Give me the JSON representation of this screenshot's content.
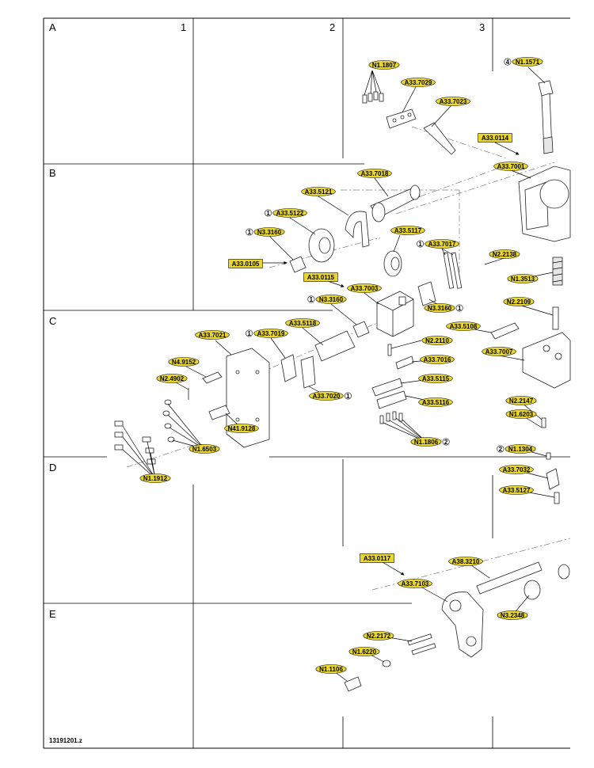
{
  "drawing_number": "13191201.z",
  "grid": {
    "rows": [
      "A",
      "B",
      "C",
      "D",
      "E"
    ],
    "cols": [
      "1",
      "2",
      "3"
    ]
  },
  "colors": {
    "label_fill": "#e9d62a",
    "line": "#000000"
  },
  "parts": [
    {
      "id": "N1.1807"
    },
    {
      "id": "A33.7029"
    },
    {
      "id": "A33.7023"
    },
    {
      "id": "N1.1571",
      "note": "4"
    },
    {
      "id": "A33.0114"
    },
    {
      "id": "A33.7001"
    },
    {
      "id": "A33.7018"
    },
    {
      "id": "A33.5121"
    },
    {
      "id": "A33.5122",
      "note": "1"
    },
    {
      "id": "N3.3160",
      "note": "1"
    },
    {
      "id": "A33.0105"
    },
    {
      "id": "A33.5117"
    },
    {
      "id": "A33.7017",
      "note": "1"
    },
    {
      "id": "N2.2138"
    },
    {
      "id": "A33.0115"
    },
    {
      "id": "A33.7003"
    },
    {
      "id": "N1.3513"
    },
    {
      "id": "N3.3160",
      "note": "1"
    },
    {
      "id": "N3.3160",
      "note": "1"
    },
    {
      "id": "N2.2109"
    },
    {
      "id": "A33.5118"
    },
    {
      "id": "A33.7021"
    },
    {
      "id": "A33.7019",
      "note": "1"
    },
    {
      "id": "A33.5108"
    },
    {
      "id": "N2.2110"
    },
    {
      "id": "A33.7007"
    },
    {
      "id": "N4.9152"
    },
    {
      "id": "A33.7016"
    },
    {
      "id": "N2.4902"
    },
    {
      "id": "A33.5115"
    },
    {
      "id": "A33.7020",
      "note": "1"
    },
    {
      "id": "A33.5116"
    },
    {
      "id": "N2.2147"
    },
    {
      "id": "N1.6203"
    },
    {
      "id": "N41.9128"
    },
    {
      "id": "N1.6503"
    },
    {
      "id": "N1.1806",
      "note": "2"
    },
    {
      "id": "N1.1304",
      "note": "2"
    },
    {
      "id": "N1.1912"
    },
    {
      "id": "A33.7032"
    },
    {
      "id": "A33.5127"
    },
    {
      "id": "A33.0117"
    },
    {
      "id": "A38.3210"
    },
    {
      "id": "A33.7103"
    },
    {
      "id": "N3.2348"
    },
    {
      "id": "N2.2172"
    },
    {
      "id": "N1.6220"
    },
    {
      "id": "N1.1106"
    }
  ]
}
